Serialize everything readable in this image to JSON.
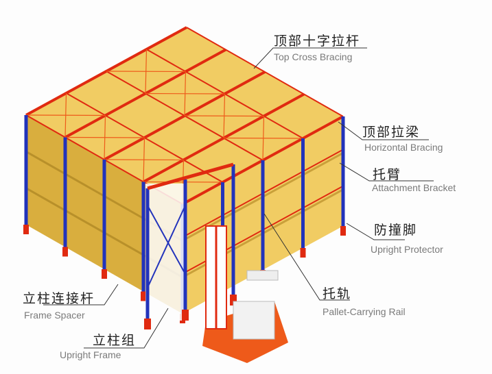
{
  "labels": {
    "top_cross_bracing": {
      "zh": "顶部十字拉杆",
      "en": "Top Cross Bracing"
    },
    "horizontal_bracing": {
      "zh": "顶部拉梁",
      "en": "Horizontal Bracing"
    },
    "attachment_bracket": {
      "zh": "托臂",
      "en": "Attachment Bracket"
    },
    "upright_protector": {
      "zh": "防撞脚",
      "en": "Upright Protector"
    },
    "pallet_carrying_rail": {
      "zh": "托轨",
      "en": "Pallet-Carrying Rail"
    },
    "frame_spacer": {
      "zh": "立柱连接杆",
      "en": "Frame Spacer"
    },
    "upright_frame": {
      "zh": "立柱组",
      "en": "Upright Frame"
    }
  },
  "colors": {
    "upright": "#2233bb",
    "beam": "#e02a10",
    "pallet": "#f1cc63",
    "pallet_shade": "#d9ae3e",
    "forklift": "#ee5a1a"
  }
}
